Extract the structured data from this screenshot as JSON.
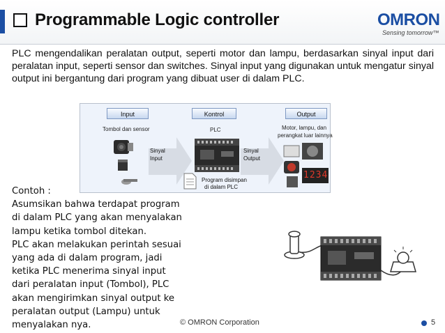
{
  "header": {
    "title": "Programmable Logic controller",
    "logo": "OMRON",
    "tagline": "Sensing tomorrow™"
  },
  "intro_text": "PLC mengendalikan peralatan output, seperti motor dan lampu, berdasarkan sinyal input dari peralatan input, seperti sensor dan switches. Sinyal input yang digunakan untuk mengatur sinyal output ini bergantung dari program yang dibuat user di dalam PLC.",
  "diagram": {
    "input_header": "Input",
    "control_header": "Kontrol",
    "output_header": "Output",
    "input_caption": "Tombol dan sensor",
    "control_caption": "PLC",
    "output_caption_1": "Motor, lampu, dan",
    "output_caption_2": "perangkat luar lainnya",
    "signal_in_1": "Sinyal",
    "signal_in_2": "Input",
    "signal_out_1": "Sinyal",
    "signal_out_2": "Output",
    "program_1": "Program disimpan",
    "program_2": "di dalam PLC",
    "display_digits": "1234"
  },
  "example": {
    "heading": "Contoh :",
    "lines": [
      "Asumsikan bahwa terdapat program",
      "di dalam PLC yang akan menyalakan",
      "lampu ketika tombol ditekan.",
      "PLC akan melakukan perintah sesuai",
      "yang ada di dalam program, jadi",
      "ketika PLC menerima sinyal input",
      "dari peralatan input (Tombol), PLC",
      "akan mengirimkan sinyal output ke",
      "peralatan output (Lampu) untuk",
      "menyalakan nya."
    ]
  },
  "footer": {
    "copyright": "© OMRON Corporation",
    "page": "5"
  },
  "colors": {
    "brand": "#1b4ea3",
    "accent_bar": "#1b4ea3"
  }
}
